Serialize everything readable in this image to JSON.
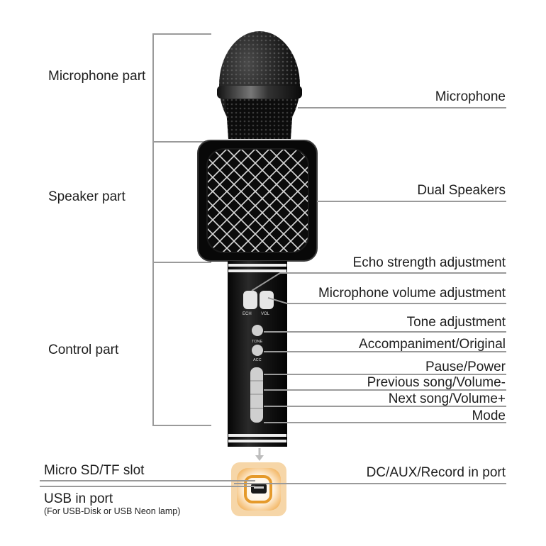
{
  "sections": {
    "microphone_part": "Microphone part",
    "speaker_part": "Speaker part",
    "control_part": "Control part"
  },
  "callouts": {
    "microphone": "Microphone",
    "dual_speakers": "Dual Speakers",
    "echo": "Echo strength adjustment",
    "mic_volume": "Microphone volume adjustment",
    "tone": "Tone adjustment",
    "accompaniment": "Accompaniment/Original",
    "pause_power": "Pause/Power",
    "previous_song": "Previous song/Volume-",
    "next_song": "Next song/Volume+",
    "mode": "Mode",
    "dc_aux": "DC/AUX/Record in port"
  },
  "ports": {
    "micro_sd": "Micro SD/TF slot",
    "usb_in": "USB in port",
    "usb_note": "(For USB-Disk or  USB Neon lamp)"
  },
  "device_labels": {
    "ech": "ECH",
    "vol": "VOL",
    "tone": "TONE",
    "acc": "ACC"
  },
  "colors": {
    "body": "#111111",
    "lines": "#9a9a9a",
    "accent_glow": "#f0a030"
  }
}
